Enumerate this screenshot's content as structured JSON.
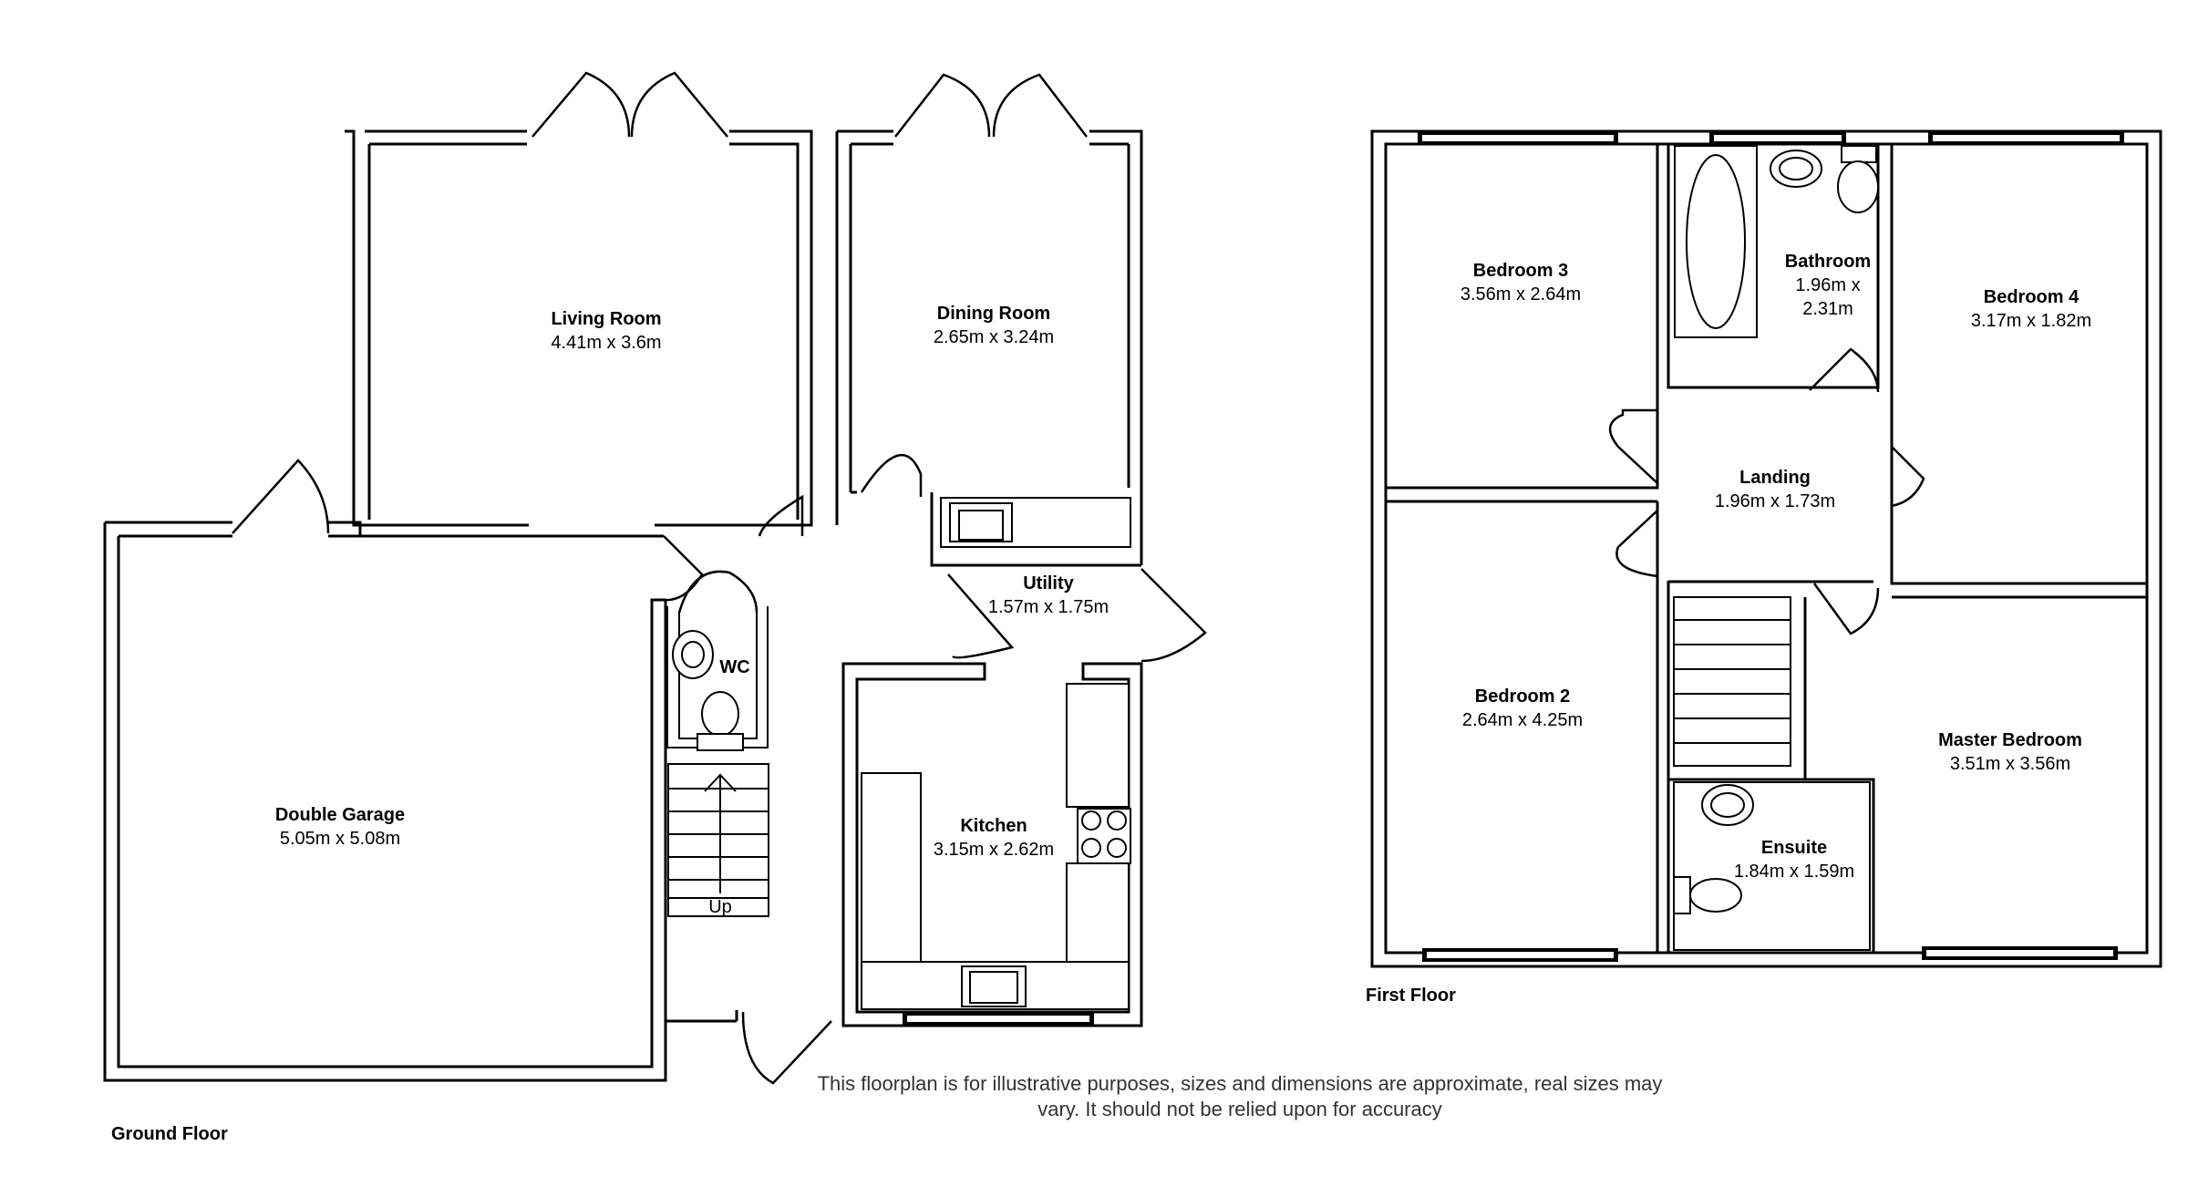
{
  "ground_floor": {
    "label": "Ground Floor",
    "rooms": {
      "living_room": {
        "name": "Living Room",
        "dims": "4.41m x 3.6m"
      },
      "dining_room": {
        "name": "Dining Room",
        "dims": "2.65m x 3.24m"
      },
      "double_garage": {
        "name": "Double Garage",
        "dims": "5.05m x 5.08m"
      },
      "utility": {
        "name": "Utility",
        "dims": "1.57m x 1.75m"
      },
      "kitchen": {
        "name": "Kitchen",
        "dims": "3.15m x 2.62m"
      },
      "wc": {
        "name": "WC"
      }
    },
    "stairs_label": "Up"
  },
  "first_floor": {
    "label": "First Floor",
    "rooms": {
      "bedroom_3": {
        "name": "Bedroom 3",
        "dims": "3.56m x 2.64m"
      },
      "bathroom": {
        "name": "Bathroom",
        "dims_line1": "1.96m x",
        "dims_line2": "2.31m"
      },
      "bedroom_4": {
        "name": "Bedroom 4",
        "dims": "3.17m x 1.82m"
      },
      "landing": {
        "name": "Landing",
        "dims": "1.96m x 1.73m"
      },
      "bedroom_2": {
        "name": "Bedroom 2",
        "dims": "2.64m x 4.25m"
      },
      "master_bedroom": {
        "name": "Master Bedroom",
        "dims": "3.51m x 3.56m"
      },
      "ensuite": {
        "name": "Ensuite",
        "dims": "1.84m x 1.59m"
      }
    }
  },
  "disclaimer": {
    "line1": "This floorplan is for illustrative purposes, sizes and dimensions are approximate, real sizes may",
    "line2": "vary. It should not be relied upon for accuracy"
  }
}
